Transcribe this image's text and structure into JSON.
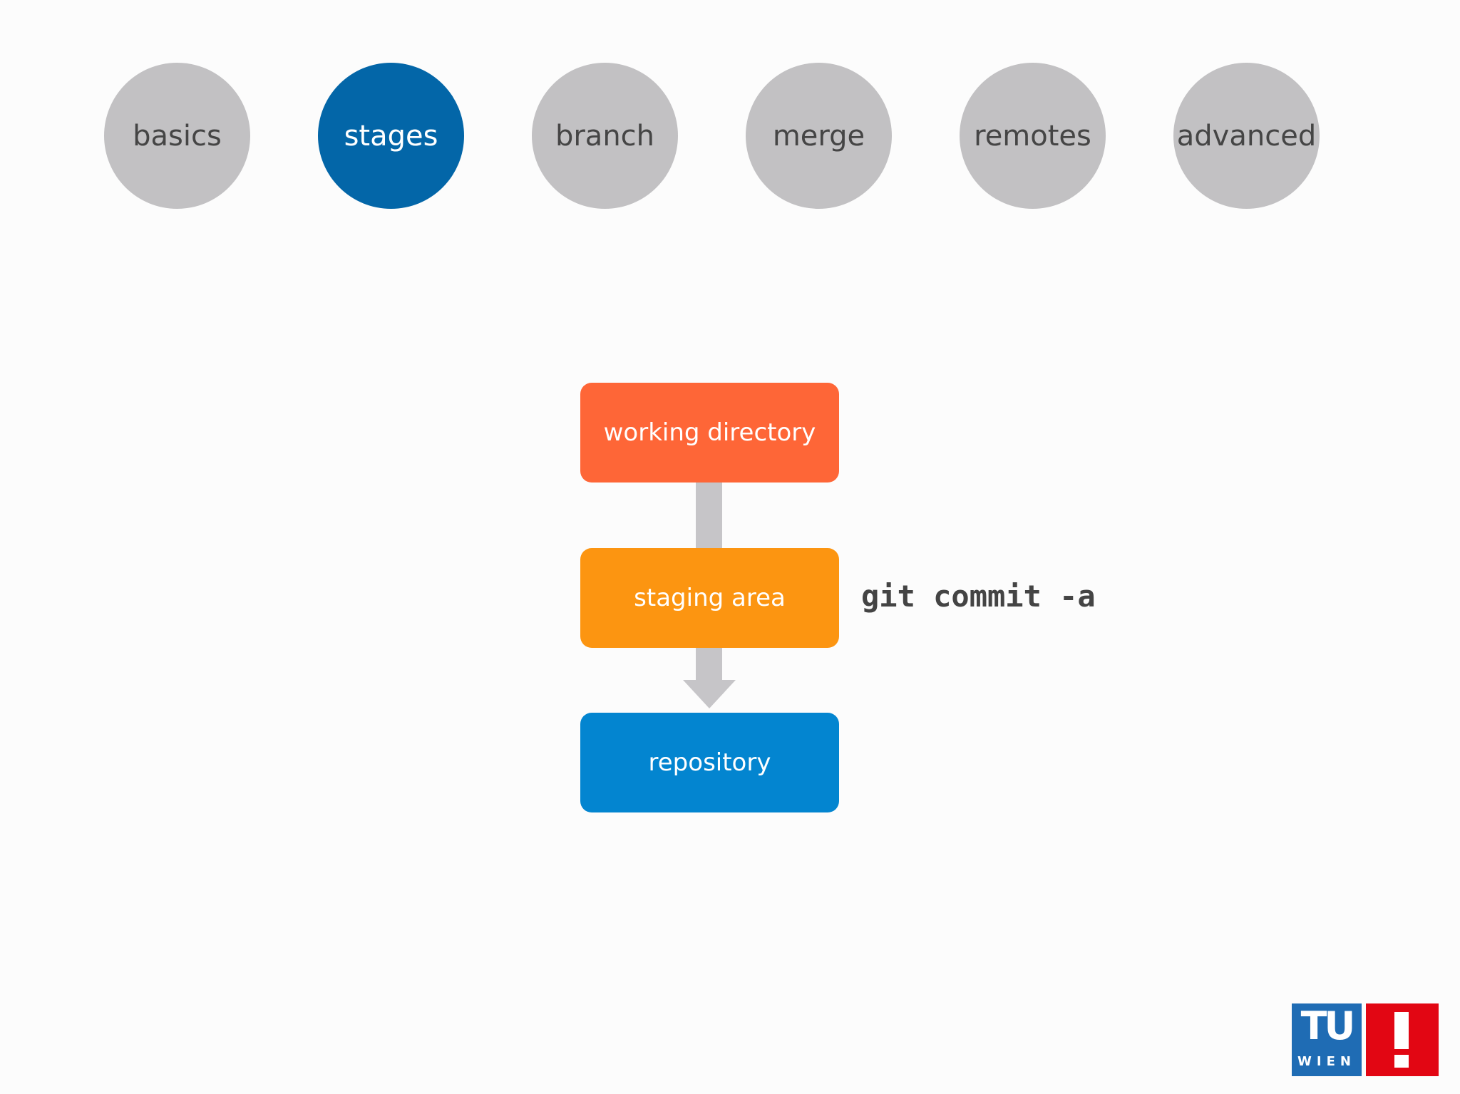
{
  "nav": {
    "items": [
      {
        "id": "basics",
        "label": "basics",
        "active": false
      },
      {
        "id": "stages",
        "label": "stages",
        "active": true
      },
      {
        "id": "branch",
        "label": "branch",
        "active": false
      },
      {
        "id": "merge",
        "label": "merge",
        "active": false
      },
      {
        "id": "remotes",
        "label": "remotes",
        "active": false
      },
      {
        "id": "advanced",
        "label": "advanced",
        "active": false
      }
    ],
    "inactive_color": "#c2c1c3",
    "active_color": "#0366a8"
  },
  "diagram": {
    "boxes": [
      {
        "label": "working directory",
        "color": "#fe6637"
      },
      {
        "label": "staging area",
        "color": "#fc9511"
      },
      {
        "label": "repository",
        "color": "#0385d0"
      }
    ],
    "arrow_color": "#c6c5c8",
    "command": "git commit -a"
  },
  "logo": {
    "letters": "TU",
    "subtitle": "WIEN",
    "blue": "#1f6cb4",
    "red": "#e20613"
  }
}
